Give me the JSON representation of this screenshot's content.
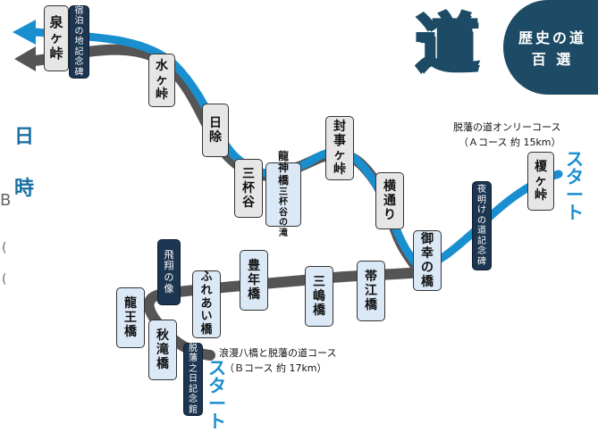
{
  "logo": {
    "kanji": "道",
    "line1": "歴史の道",
    "line2": "百  選"
  },
  "side_chars": [
    "日",
    "時"
  ],
  "edge_marks": [
    "B",
    "(",
    "("
  ],
  "spots": [
    {
      "id": "izumigatoge",
      "text": "泉ヶ峠"
    },
    {
      "id": "shukuhaku",
      "text": "宿泊の地記念碑"
    },
    {
      "id": "mizugatoge",
      "text": "水ヶ峠"
    },
    {
      "id": "hiyoke",
      "text": "日除"
    },
    {
      "id": "mitsuya",
      "text": "三杯谷"
    },
    {
      "id": "ryujinbashi",
      "text": "龍神橋"
    },
    {
      "id": "mitsuya-taki",
      "text": "三杯谷の滝"
    },
    {
      "id": "fujigotoge",
      "text": "封事ヶ峠"
    },
    {
      "id": "yokodoori",
      "text": "横通り"
    },
    {
      "id": "gokobashi",
      "text": "御幸の橋"
    },
    {
      "id": "yoake",
      "text": "夜明けの道記念碑"
    },
    {
      "id": "enokitoge",
      "text": "榎ヶ峠"
    },
    {
      "id": "obiebashi",
      "text": "帯江橋"
    },
    {
      "id": "mishimabashi",
      "text": "三嶋橋"
    },
    {
      "id": "toyotoshibashi",
      "text": "豊年橋"
    },
    {
      "id": "fureaibashi",
      "text": "ふれあい橋"
    },
    {
      "id": "hisho",
      "text": "飛翔の像"
    },
    {
      "id": "ryuohbashi",
      "text": "龍王橋"
    },
    {
      "id": "akitakibashi",
      "text": "秋滝橋"
    },
    {
      "id": "dappan-bi",
      "text": "脱藩之日記念館"
    }
  ],
  "courses": {
    "a": {
      "line1": "脱藩の道オンリーコース",
      "line2": "（Ａコース 約 15km）",
      "start": "スタート"
    },
    "b": {
      "line1": "浪漫八橋と脱藩の道コース",
      "line2": "（Ｂコース 約 17km）",
      "start": "スタート"
    }
  },
  "colors": {
    "route_a": "#1a8fd0",
    "route_main": "#555555",
    "route_outline": "#ffffff",
    "accent": "#1d4a64"
  }
}
